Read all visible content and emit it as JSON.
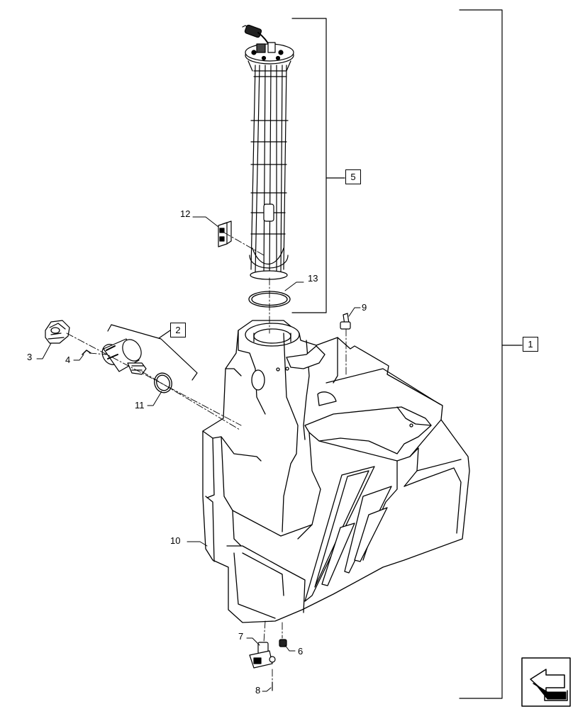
{
  "diagram": {
    "callouts": [
      "1",
      "2",
      "3",
      "4",
      "5",
      "6",
      "7",
      "8",
      "9",
      "10",
      "11",
      "12",
      "13"
    ]
  },
  "icons": {
    "nav": "arrow-navigation-icon"
  }
}
